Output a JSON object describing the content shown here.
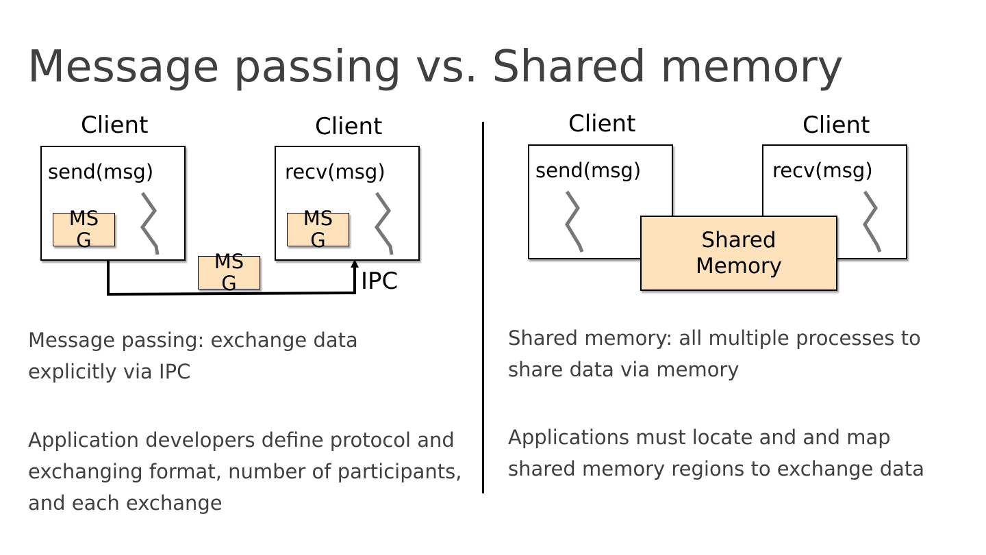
{
  "slide": {
    "title": "Message passing vs. Shared memory"
  },
  "message_passing": {
    "diagram": {
      "sender": {
        "client_label": "Client",
        "call": "send(msg)",
        "msg_label": "MSG",
        "thread_icon": "thread-zigzag-icon"
      },
      "receiver": {
        "client_label": "Client",
        "call": "recv(msg)",
        "msg_label": "MSG",
        "thread_icon": "thread-zigzag-icon"
      },
      "in_transit_msg_label": "MSG",
      "channel_label": "IPC",
      "arrow_icon": "arrow-up-icon"
    },
    "bullets": [
      "Message passing: exchange data explicitly via IPC",
      "Application developers define protocol and exchanging format, number of participants, and each exchange"
    ]
  },
  "shared_memory": {
    "diagram": {
      "left": {
        "client_label": "Client",
        "call": "send(msg)",
        "thread_icon": "thread-zigzag-icon"
      },
      "right": {
        "client_label": "Client",
        "call": "recv(msg)",
        "thread_icon": "thread-zigzag-icon"
      },
      "shared_region_label": "Shared Memory"
    },
    "bullets": [
      "Shared memory: all multiple processes to share data via memory",
      "Applications must locate and and map shared memory regions to exchange data"
    ]
  },
  "colors": {
    "title_text": "#404040",
    "body_text": "#404040",
    "message_fill": "#fde2bc",
    "thread_stroke": "#777777",
    "outline": "#000000"
  }
}
